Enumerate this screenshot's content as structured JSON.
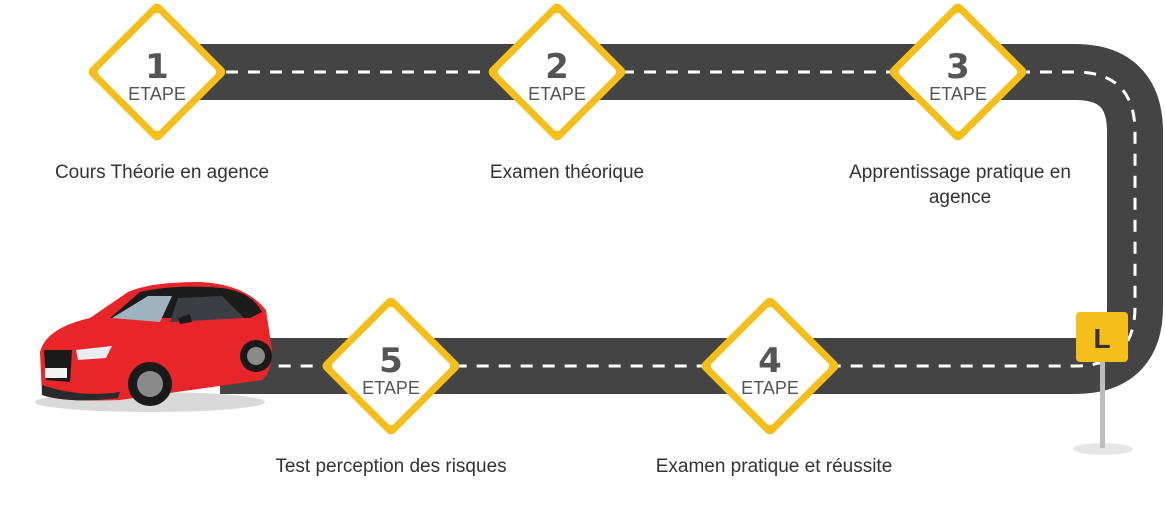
{
  "steps": [
    {
      "number": "1",
      "word": "ETAPE",
      "caption": "Cours Théorie en agence"
    },
    {
      "number": "2",
      "word": "ETAPE",
      "caption": "Examen théorique"
    },
    {
      "number": "3",
      "word": "ETAPE",
      "caption": "Apprentissage pratique en agence"
    },
    {
      "number": "4",
      "word": "ETAPE",
      "caption": "Examen pratique et réussite"
    },
    {
      "number": "5",
      "word": "ETAPE",
      "caption": "Test perception des risques"
    }
  ],
  "sign": {
    "letter": "L"
  },
  "colors": {
    "road": "#444444",
    "lane": "#ffffff",
    "accent": "#f5bf1b",
    "car_body": "#e8262a",
    "text": "#333333"
  }
}
